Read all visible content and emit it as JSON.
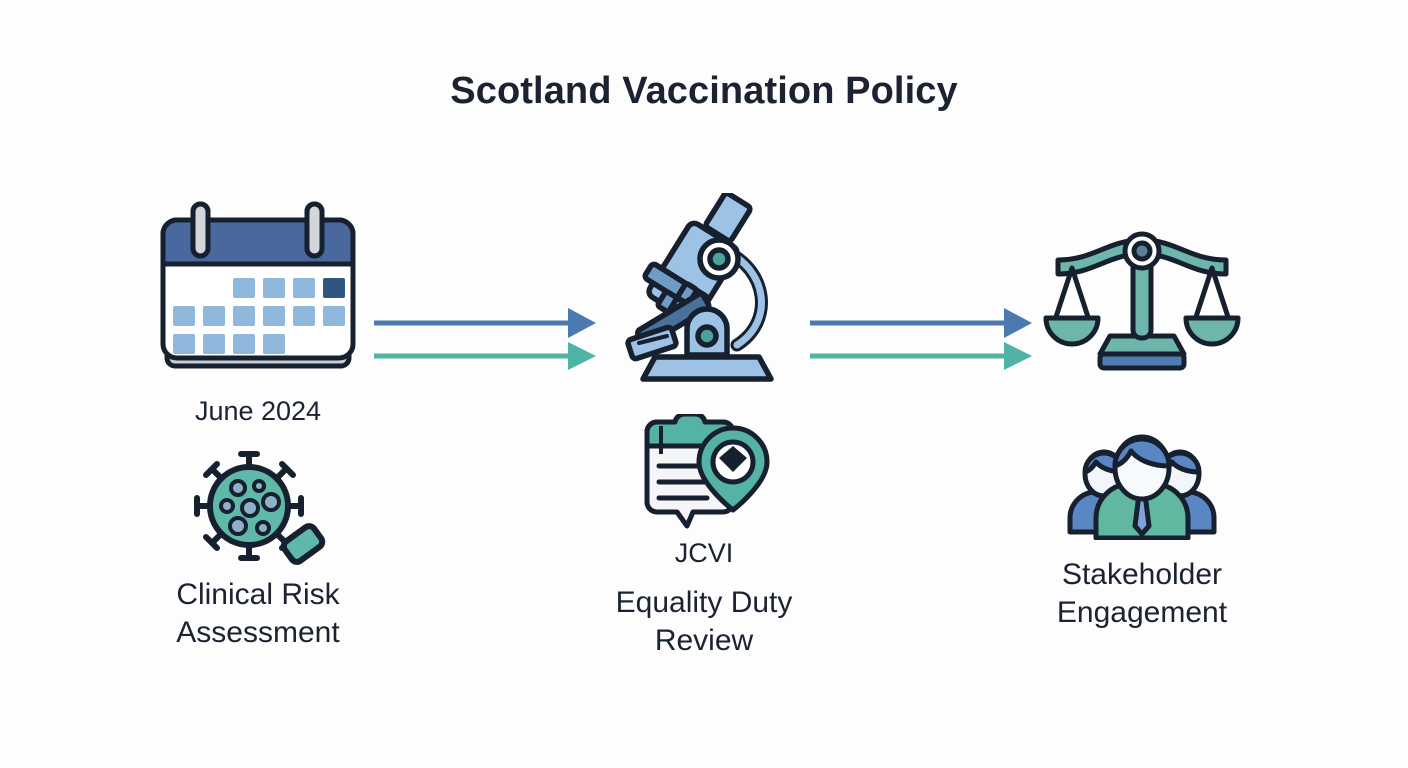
{
  "title": "Scotland Vaccination Policy",
  "colors": {
    "background": "#fdfdfd",
    "text": "#1b2232",
    "arrow_blue": "#4a7ab0",
    "arrow_teal": "#4fb3a5",
    "calendar_header": "#49689e",
    "calendar_cell": "#8fb7dc",
    "calendar_cell_highlight": "#2f5582",
    "microscope_body": "#9dc2e5",
    "microscope_dark": "#4a7199",
    "lens_teal": "#4aa39a",
    "virus_teal": "#5fb8a8",
    "virus_dot": "#8fb0c9",
    "scales_teal": "#6eb5ab",
    "scales_base_blue": "#4f7cb5",
    "people_blue": "#5b86c4",
    "people_teal": "#5fb89f",
    "outline": "#16202e"
  },
  "steps": [
    {
      "id": "clinical-risk-assessment",
      "top_icon": "calendar-icon",
      "top_label": "June 2024",
      "bottom_icon": "virus-icon",
      "bottom_label": "Clinical Risk Assessment",
      "bottom_label_line1": "Clinical Risk",
      "bottom_label_line2": "Assessment"
    },
    {
      "id": "equality-duty-review",
      "top_icon": "microscope-icon",
      "top_label": "",
      "bottom_icon": "clipboard-check-icon",
      "mid_label": "JCVI",
      "bottom_label": "Equality Duty Review",
      "bottom_label_line1": "Equality Duty",
      "bottom_label_line2": "Review"
    },
    {
      "id": "stakeholder-engagement",
      "top_icon": "scales-icon",
      "top_label": "",
      "bottom_icon": "people-group-icon",
      "bottom_label": "Stakeholder Engagement",
      "bottom_label_line1": "Stakeholder",
      "bottom_label_line2": "Engagement"
    }
  ],
  "connectors": [
    {
      "id": "connector-1",
      "from": "clinical-risk-assessment",
      "to": "equality-duty-review",
      "arrows": [
        "blue",
        "teal"
      ]
    },
    {
      "id": "connector-2",
      "from": "equality-duty-review",
      "to": "stakeholder-engagement",
      "arrows": [
        "blue",
        "teal"
      ]
    }
  ]
}
